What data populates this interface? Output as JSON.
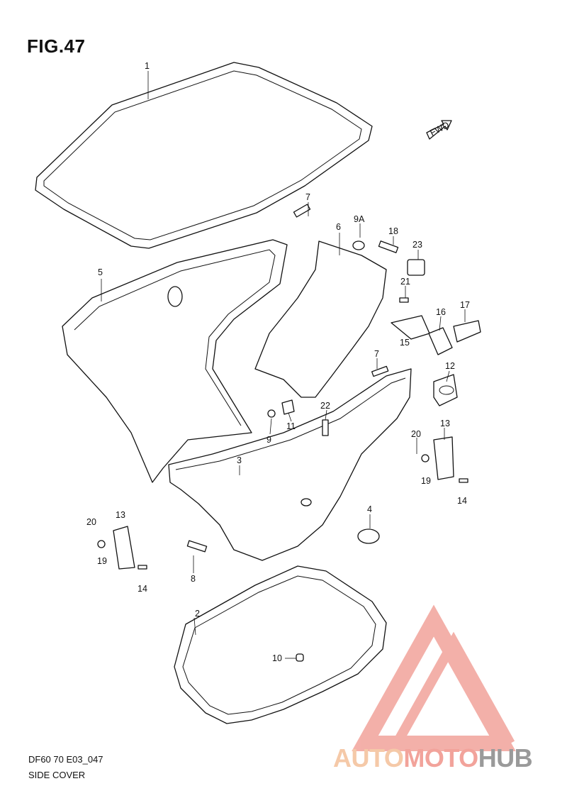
{
  "figure": {
    "title": "FIG.47",
    "code": "DF60 70 E03_047",
    "name": "SIDE COVER"
  },
  "fwd_label": "FWD",
  "watermark": {
    "brand_part1": "AUTO",
    "brand_part2": "MOTO",
    "brand_part3": "HUB",
    "colors": {
      "light": "#f5c9a8",
      "red": "#f2a39b",
      "gray": "#9a9a9a"
    }
  },
  "callouts": [
    "1",
    "2",
    "3",
    "4",
    "5",
    "6",
    "7",
    "7",
    "8",
    "9",
    "9A",
    "10",
    "11",
    "12",
    "13",
    "13",
    "14",
    "14",
    "15",
    "16",
    "17",
    "18",
    "19",
    "19",
    "20",
    "20",
    "21",
    "22",
    "23"
  ]
}
